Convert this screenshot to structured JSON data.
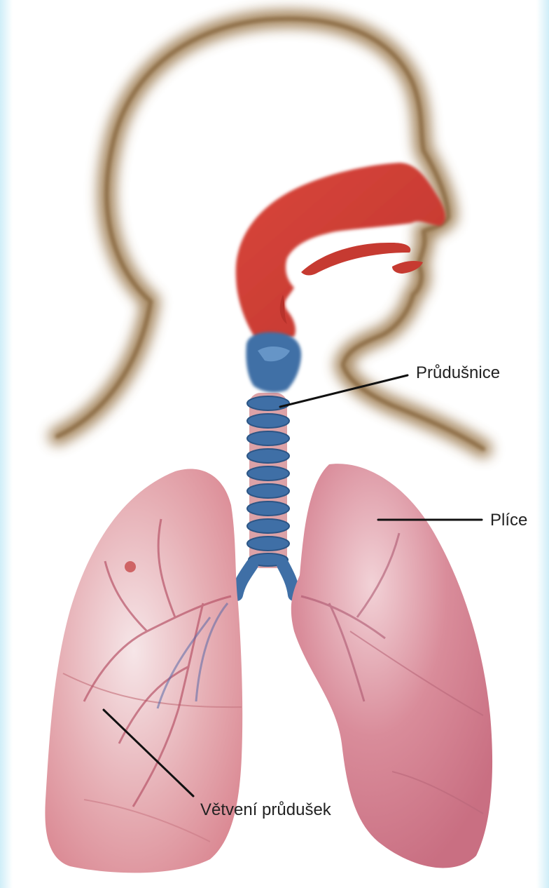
{
  "labels": {
    "trachea": "Průdušnice",
    "lungs": "Plíce",
    "bronchial_branching": "Větvení průdušek"
  },
  "colors": {
    "background": "#ffffff",
    "head_outline": "#9c7a4f",
    "airway": "#cc3b33",
    "trachea": "#3f6fa6",
    "lung": "#e2a0a8",
    "leader_line": "#111111"
  }
}
